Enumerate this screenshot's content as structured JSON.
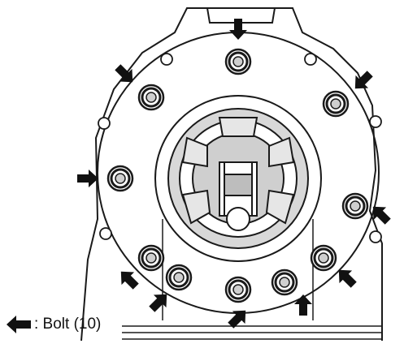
{
  "legend": {
    "icon": "arrow-left-icon",
    "label": ": Bolt (10)"
  },
  "bolts": [
    {
      "arrow": "down"
    },
    {
      "arrow": "down-right"
    },
    {
      "arrow": "down-left"
    },
    {
      "arrow": "right"
    },
    {
      "arrow": "up-left"
    },
    {
      "arrow": "up-right"
    },
    {
      "arrow": "up-right"
    },
    {
      "arrow": "up"
    },
    {
      "arrow": "up-left"
    },
    {
      "arrow": "up-left"
    }
  ],
  "colors": {
    "line": "#1a1a1a",
    "shade": "#cfcfcf",
    "background": "#ffffff"
  }
}
